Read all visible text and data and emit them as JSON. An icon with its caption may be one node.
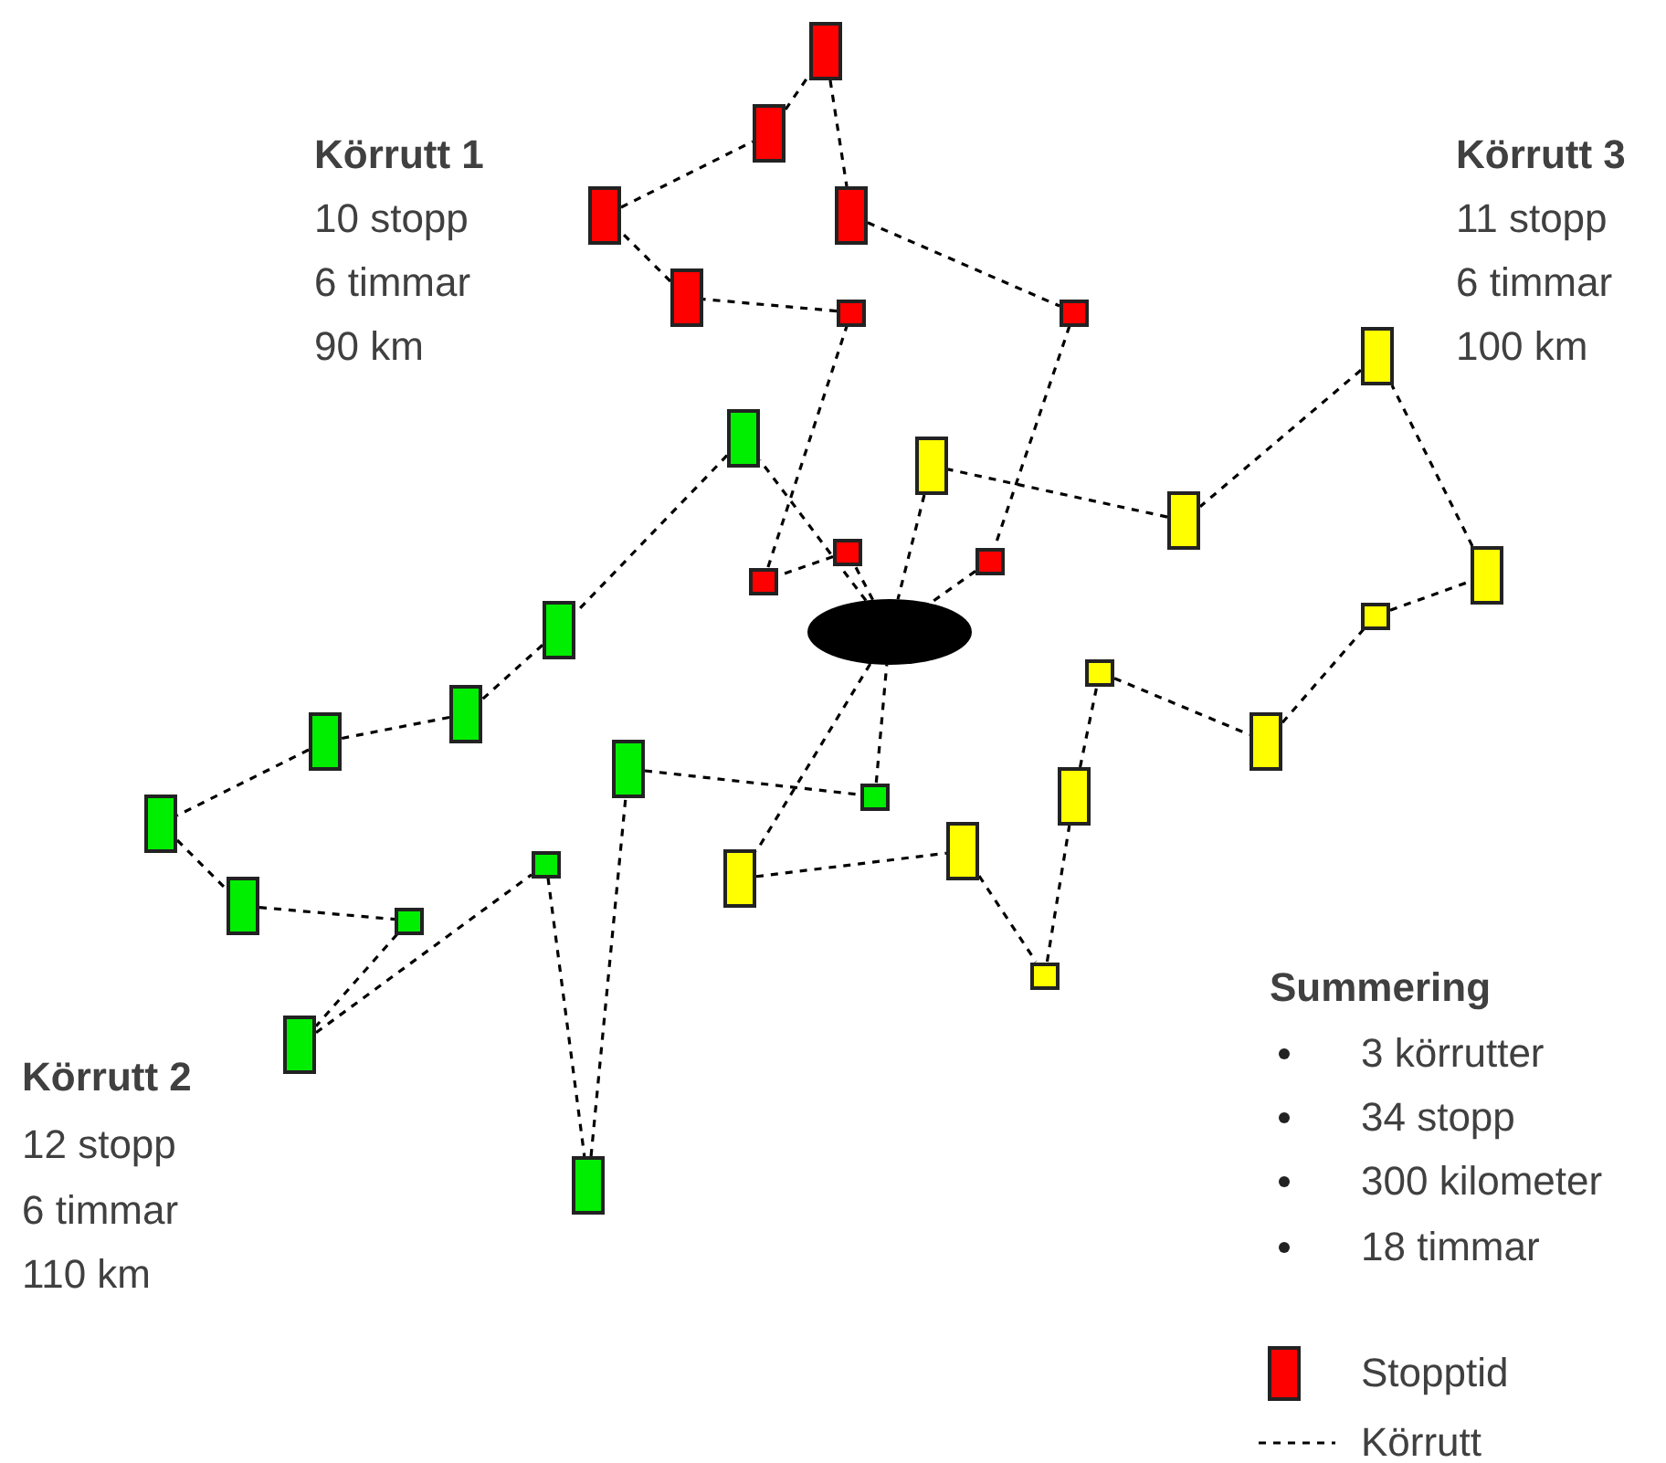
{
  "diagram": {
    "nodes": [
      {
        "text": [],
        "shape": "bar"
      },
      {
        "text": [],
        "shape": "bar"
      },
      {
        "text": [],
        "shape": "bar"
      },
      {
        "text": [],
        "shape": "bar"
      },
      {
        "text": [],
        "shape": "bar"
      },
      {
        "text": [],
        "shape": "box"
      },
      {
        "text": [],
        "shape": "box"
      },
      {
        "text": [],
        "shape": "bar"
      },
      {
        "text": [],
        "shape": "bar"
      },
      {
        "text": [],
        "shape": "bar"
      },
      {
        "text": [],
        "shape": "bar"
      },
      {
        "text": [],
        "shape": "box"
      },
      {
        "text": [],
        "shape": "box"
      },
      {
        "text": [],
        "shape": "bar"
      },
      {
        "text": [],
        "shape": "box"
      },
      {
        "text": [],
        "shape": "box"
      },
      {
        "text": [],
        "shape": "bar"
      },
      {
        "text": [],
        "shape": "ellipse"
      },
      {
        "text": [],
        "shape": "box"
      },
      {
        "text": [],
        "shape": "bar"
      },
      {
        "text": [],
        "shape": "bar"
      },
      {
        "text": [],
        "shape": "bar"
      },
      {
        "text": [],
        "shape": "bar"
      },
      {
        "text": [],
        "shape": "box"
      },
      {
        "text": [],
        "shape": "bar"
      },
      {
        "text": [],
        "shape": "bar"
      },
      {
        "text": [],
        "shape": "bar"
      },
      {
        "text": [],
        "shape": "box"
      },
      {
        "text": [],
        "shape": "bar"
      },
      {
        "text": [],
        "shape": "bar"
      },
      {
        "text": [],
        "shape": "box"
      },
      {
        "text": [],
        "shape": "box"
      },
      {
        "text": [],
        "shape": "bar"
      },
      {
        "text": [],
        "shape": "bar"
      }
    ],
    "edges": [
      {
        "from": 17,
        "to": 11,
        "arrow": "none",
        "style": "dashed"
      },
      {
        "from": 11,
        "to": 14,
        "arrow": "none",
        "style": "dashed"
      },
      {
        "from": 14,
        "to": 5,
        "arrow": "none",
        "style": "dashed"
      },
      {
        "from": 5,
        "to": 4,
        "arrow": "none",
        "style": "dashed"
      },
      {
        "from": 4,
        "to": 2,
        "arrow": "none",
        "style": "dashed"
      },
      {
        "from": 2,
        "to": 1,
        "arrow": "none",
        "style": "dashed"
      },
      {
        "from": 1,
        "to": 0,
        "arrow": "none",
        "style": "dashed"
      },
      {
        "from": 0,
        "to": 3,
        "arrow": "none",
        "style": "dashed"
      },
      {
        "from": 3,
        "to": 6,
        "arrow": "none",
        "style": "dashed"
      },
      {
        "from": 6,
        "to": 12,
        "arrow": "none",
        "style": "dashed"
      },
      {
        "from": 12,
        "to": 17,
        "arrow": "none",
        "style": "dashed"
      },
      {
        "from": 17,
        "to": 8,
        "arrow": "none",
        "style": "dashed"
      },
      {
        "from": 8,
        "to": 16,
        "arrow": "none",
        "style": "dashed"
      },
      {
        "from": 16,
        "to": 19,
        "arrow": "none",
        "style": "dashed"
      },
      {
        "from": 19,
        "to": 20,
        "arrow": "none",
        "style": "dashed"
      },
      {
        "from": 20,
        "to": 25,
        "arrow": "none",
        "style": "dashed"
      },
      {
        "from": 25,
        "to": 29,
        "arrow": "none",
        "style": "dashed"
      },
      {
        "from": 29,
        "to": 30,
        "arrow": "none",
        "style": "dashed"
      },
      {
        "from": 30,
        "to": 32,
        "arrow": "none",
        "style": "dashed"
      },
      {
        "from": 32,
        "to": 27,
        "arrow": "none",
        "style": "dashed"
      },
      {
        "from": 27,
        "to": 33,
        "arrow": "none",
        "style": "dashed"
      },
      {
        "from": 33,
        "to": 22,
        "arrow": "none",
        "style": "dashed"
      },
      {
        "from": 22,
        "to": 23,
        "arrow": "none",
        "style": "dashed"
      },
      {
        "from": 23,
        "to": 17,
        "arrow": "none",
        "style": "dashed"
      },
      {
        "from": 17,
        "to": 28,
        "arrow": "none",
        "style": "dashed"
      },
      {
        "from": 28,
        "to": 26,
        "arrow": "none",
        "style": "dashed"
      },
      {
        "from": 26,
        "to": 31,
        "arrow": "none",
        "style": "dashed"
      },
      {
        "from": 31,
        "to": 24,
        "arrow": "none",
        "style": "dashed"
      },
      {
        "from": 24,
        "to": 18,
        "arrow": "none",
        "style": "dashed"
      },
      {
        "from": 18,
        "to": 21,
        "arrow": "none",
        "style": "dashed"
      },
      {
        "from": 21,
        "to": 15,
        "arrow": "none",
        "style": "dashed"
      },
      {
        "from": 15,
        "to": 13,
        "arrow": "none",
        "style": "dashed"
      },
      {
        "from": 13,
        "to": 7,
        "arrow": "none",
        "style": "dashed"
      },
      {
        "from": 7,
        "to": 10,
        "arrow": "none",
        "style": "dashed"
      },
      {
        "from": 10,
        "to": 9,
        "arrow": "none",
        "style": "dashed"
      },
      {
        "from": 9,
        "to": 17,
        "arrow": "none",
        "style": "dashed"
      }
    ],
    "labels": [
      "Körrutt 1",
      "10 stopp",
      "6 timmar",
      "90 km",
      "Körrutt 3",
      "11 stopp",
      "6 timmar",
      "100 km",
      "Summering",
      "3 körrutter",
      "34 stopp",
      "300 kilometer",
      "18 timmar",
      "Körrutt 2",
      "12 stopp",
      "6 timmar",
      "110 km"
    ],
    "legend": [
      {
        "text": "Stopptid",
        "color": "#ff0000"
      },
      {
        "text": "Körrutt"
      }
    ]
  }
}
